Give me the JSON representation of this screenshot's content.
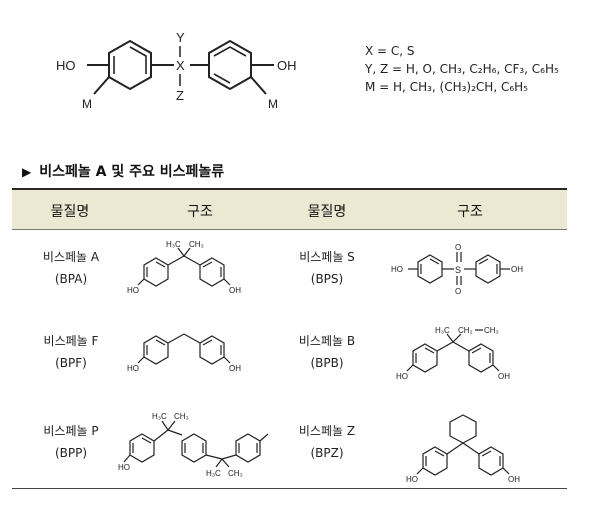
{
  "general": {
    "labels": {
      "y": "Y",
      "x": "X",
      "z": "Z",
      "ho": "HO",
      "oh": "OH",
      "m1": "M",
      "m2": "M"
    },
    "defs": {
      "x": "X = C, S",
      "yz": "Y, Z = H, O, CH₃, C₂H₆, CF₃, C₆H₅",
      "m": "M = H, CH₃, (CH₃)₂CH, C₆H₅"
    }
  },
  "section_title": "비스페놀 A 및 주요 비스페놀류",
  "table": {
    "headers": [
      "물질명",
      "구조",
      "물질명",
      "구조"
    ],
    "rows": [
      {
        "left": {
          "name": "비스페놀 A",
          "abbr": "(BPA)"
        },
        "right": {
          "name": "비스페놀 S",
          "abbr": "(BPS)"
        }
      },
      {
        "left": {
          "name": "비스페놀 F",
          "abbr": "(BPF)"
        },
        "right": {
          "name": "비스페놀 B",
          "abbr": "(BPB)"
        }
      },
      {
        "left": {
          "name": "비스페놀 P",
          "abbr": "(BPP)"
        },
        "right": {
          "name": "비스페놀 Z",
          "abbr": "(BPZ)"
        }
      }
    ]
  },
  "structure_labels": {
    "ho": "HO",
    "oh": "OH",
    "h3c": "H₃C",
    "ch3": "CH₃",
    "ch2": "CH₂",
    "ch3b": "CH₃",
    "s": "S",
    "o": "O"
  }
}
